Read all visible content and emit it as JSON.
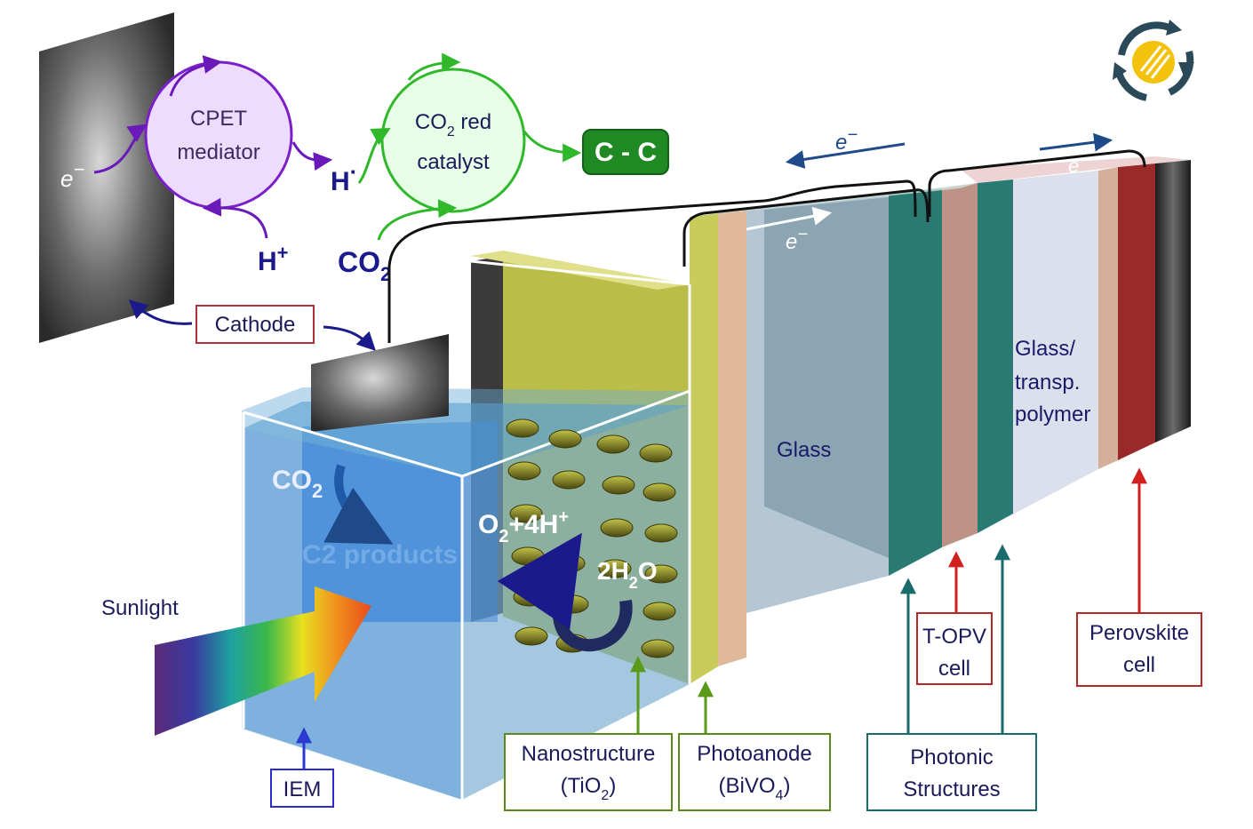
{
  "cycle": {
    "mediator_line1": "CPET",
    "mediator_line2": "mediator",
    "electron": "e",
    "electron_sup": "−",
    "proton": "H",
    "proton_sup": "+",
    "hydrogen_radical": "H",
    "hydrogen_radical_sup": "·",
    "catalyst_line1a": "CO",
    "catalyst_line1_sub": "2",
    "catalyst_line1b": " red",
    "catalyst_line2": "catalyst",
    "co2": "CO",
    "co2_sub": "2",
    "product": "C - C"
  },
  "labels": {
    "cathode": "Cathode",
    "sunlight": "Sunlight",
    "iem": "IEM",
    "glass": "Glass",
    "glass_polymer_1": "Glass/",
    "glass_polymer_2": "transp.",
    "glass_polymer_3": "polymer",
    "nanostructure_1": "Nanostructure",
    "nanostructure_2a": "(TiO",
    "nanostructure_2_sub": "2",
    "nanostructure_2b": ")",
    "photoanode_1": "Photoanode",
    "photoanode_2a": "(BiVO",
    "photoanode_2_sub": "4",
    "photoanode_2b": ")",
    "photonic_1": "Photonic",
    "photonic_2": "Structures",
    "topv_1": "T-OPV",
    "topv_2": "cell",
    "perovskite_1": "Perovskite",
    "perovskite_2": "cell"
  },
  "inner": {
    "co2": "CO",
    "co2_sub": "2",
    "c2_products": "C2 products",
    "o2": "O",
    "o2_sub": "2",
    "o2_rest": "+4H",
    "o2_sup": "+",
    "h2o_a": "2H",
    "h2o_sub": "2",
    "h2o_b": "O"
  },
  "wires": {
    "e1": "e",
    "e1_sup": "−",
    "e2": "e",
    "e2_sup": "−",
    "e3": "e",
    "e3_sup": "−"
  },
  "colors": {
    "mediator": "#7a1fc9",
    "catalyst": "#2fb82a",
    "product_bg": "#1f8a24",
    "navy": "#1a1a8c",
    "cathode_box": "#b0303a",
    "iem_box": "#2a2ad0",
    "nano_box": "#5a8a1a",
    "photonic_box": "#1a6b6b",
    "red_box": "#b02828"
  },
  "icons": {
    "logo": "sun-cycle-logo-icon"
  }
}
